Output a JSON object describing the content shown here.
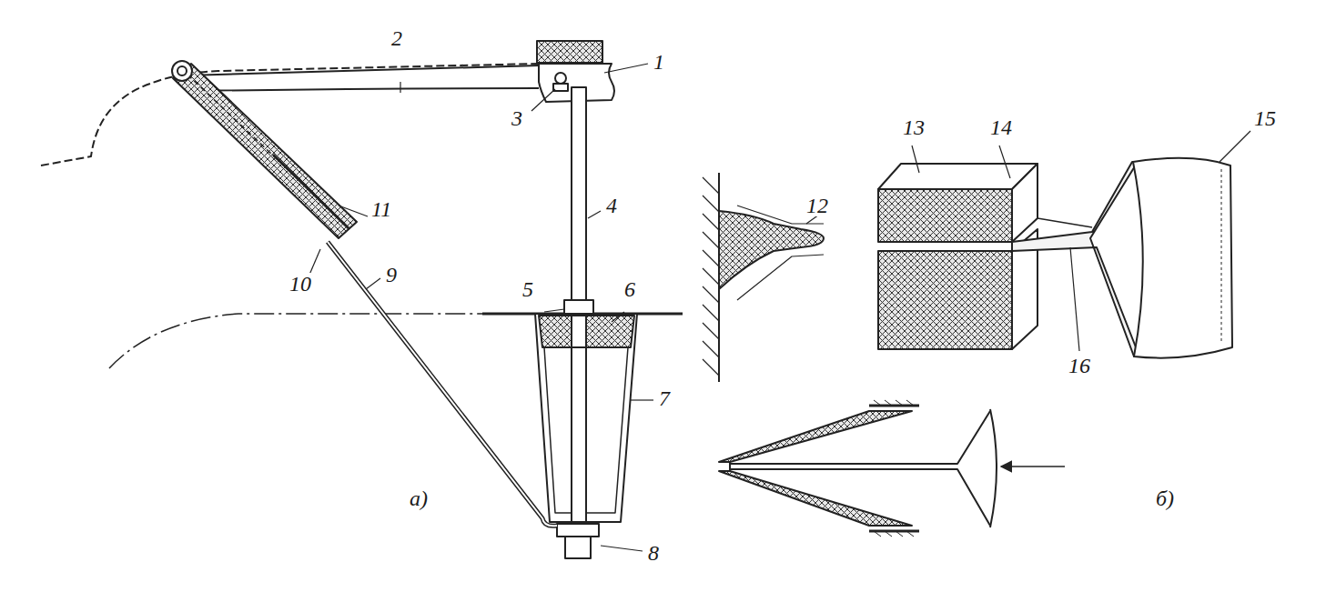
{
  "diagram": {
    "labels": [
      "1",
      "2",
      "3",
      "4",
      "5",
      "6",
      "7",
      "8",
      "9",
      "10",
      "11",
      "12",
      "13",
      "14",
      "15",
      "16",
      "а)",
      "б)"
    ]
  }
}
